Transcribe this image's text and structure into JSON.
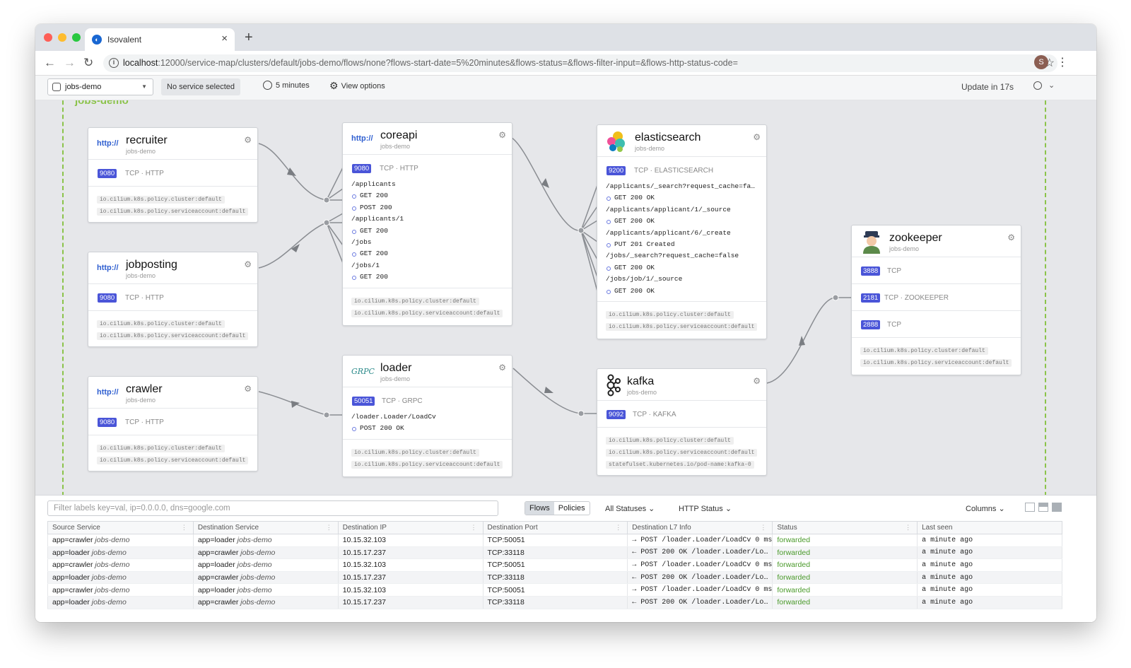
{
  "browser": {
    "tab_title": "Isovalent",
    "url_host": "localhost",
    "url_rest": ":12000/service-map/clusters/default/jobs-demo/flows/none?flows-start-date=5%20minutes&flows-status=&flows-filter-input=&flows-http-status-code=",
    "profile_initial": "S"
  },
  "header": {
    "namespace": "jobs-demo",
    "service_selection": "No service selected",
    "time_range": "5 minutes",
    "view_options": "View options",
    "update_status": "Update in 17s"
  },
  "map": {
    "namespace_title": "jobs-demo",
    "services": {
      "recruiter": {
        "logo": "http://",
        "name": "recruiter",
        "namespace": "jobs-demo",
        "ports": [
          {
            "port": "9080",
            "protocol": "TCP · HTTP"
          }
        ],
        "labels": [
          "io.cilium.k8s.policy.cluster:default",
          "io.cilium.k8s.policy.serviceaccount:default"
        ]
      },
      "jobposting": {
        "logo": "http://",
        "name": "jobposting",
        "namespace": "jobs-demo",
        "ports": [
          {
            "port": "9080",
            "protocol": "TCP · HTTP"
          }
        ],
        "labels": [
          "io.cilium.k8s.policy.cluster:default",
          "io.cilium.k8s.policy.serviceaccount:default"
        ]
      },
      "crawler": {
        "logo": "http://",
        "name": "crawler",
        "namespace": "jobs-demo",
        "ports": [
          {
            "port": "9080",
            "protocol": "TCP · HTTP"
          }
        ],
        "labels": [
          "io.cilium.k8s.policy.cluster:default",
          "io.cilium.k8s.policy.serviceaccount:default"
        ]
      },
      "coreapi": {
        "logo": "http://",
        "name": "coreapi",
        "namespace": "jobs-demo",
        "ports": [
          {
            "port": "9080",
            "protocol": "TCP · HTTP"
          }
        ],
        "routes": [
          {
            "path": "/applicants",
            "methods": [
              "GET 200",
              "POST 200"
            ]
          },
          {
            "path": "/applicants/1",
            "methods": [
              "GET 200"
            ]
          },
          {
            "path": "/jobs",
            "methods": [
              "GET 200"
            ]
          },
          {
            "path": "/jobs/1",
            "methods": [
              "GET 200"
            ]
          }
        ],
        "labels": [
          "io.cilium.k8s.policy.cluster:default",
          "io.cilium.k8s.policy.serviceaccount:default"
        ]
      },
      "loader": {
        "logo": "GRPC",
        "name": "loader",
        "namespace": "jobs-demo",
        "ports": [
          {
            "port": "50051",
            "protocol": "TCP · GRPC"
          }
        ],
        "routes": [
          {
            "path": "/loader.Loader/LoadCv",
            "methods": [
              "POST 200 OK"
            ]
          }
        ],
        "labels": [
          "io.cilium.k8s.policy.cluster:default",
          "io.cilium.k8s.policy.serviceaccount:default"
        ]
      },
      "elasticsearch": {
        "logo": "elasticsearch-logo",
        "name": "elasticsearch",
        "namespace": "jobs-demo",
        "ports": [
          {
            "port": "9200",
            "protocol": "TCP · ELASTICSEARCH"
          }
        ],
        "routes": [
          {
            "path": "/applicants/_search?request_cache=fa…",
            "methods": [
              "GET 200 OK"
            ]
          },
          {
            "path": "/applicants/applicant/1/_source",
            "methods": [
              "GET 200 OK"
            ]
          },
          {
            "path": "/applicants/applicant/6/_create",
            "methods": [
              "PUT 201 Created"
            ]
          },
          {
            "path": "/jobs/_search?request_cache=false",
            "methods": [
              "GET 200 OK"
            ]
          },
          {
            "path": "/jobs/job/1/_source",
            "methods": [
              "GET 200 OK"
            ]
          }
        ],
        "labels": [
          "io.cilium.k8s.policy.cluster:default",
          "io.cilium.k8s.policy.serviceaccount:default"
        ]
      },
      "kafka": {
        "logo": "kafka-logo",
        "name": "kafka",
        "namespace": "jobs-demo",
        "ports": [
          {
            "port": "9092",
            "protocol": "TCP · KAFKA"
          }
        ],
        "labels": [
          "io.cilium.k8s.policy.cluster:default",
          "io.cilium.k8s.policy.serviceaccount:default",
          "statefulset.kubernetes.io/pod-name:kafka-0"
        ]
      },
      "zookeeper": {
        "logo": "zookeeper-logo",
        "name": "zookeeper",
        "namespace": "jobs-demo",
        "ports": [
          {
            "port": "3888",
            "protocol": "TCP"
          },
          {
            "port": "2181",
            "protocol": "TCP · ZOOKEEPER"
          },
          {
            "port": "2888",
            "protocol": "TCP"
          }
        ],
        "labels": [
          "io.cilium.k8s.policy.cluster:default",
          "io.cilium.k8s.policy.serviceaccount:default"
        ]
      }
    }
  },
  "panel": {
    "filter_placeholder": "Filter labels key=val, ip=0.0.0.0, dns=google.com",
    "tab_flows": "Flows",
    "tab_policies": "Policies",
    "status_filter": "All Statuses",
    "http_status_filter": "HTTP Status",
    "columns_button": "Columns",
    "columns": [
      "Source Service",
      "Destination Service",
      "Destination IP",
      "Destination Port",
      "Destination L7 Info",
      "Status",
      "Last seen"
    ],
    "rows": [
      {
        "src": "app=crawler",
        "src_ns": "jobs-demo",
        "dst": "app=loader",
        "dst_ns": "jobs-demo",
        "ip": "10.15.32.103",
        "port": "TCP:50051",
        "l7": "→ POST /loader.Loader/LoadCv 0 ms",
        "status": "forwarded",
        "seen": "a minute ago"
      },
      {
        "src": "app=loader",
        "src_ns": "jobs-demo",
        "dst": "app=crawler",
        "dst_ns": "jobs-demo",
        "ip": "10.15.17.237",
        "port": "TCP:33118",
        "l7": "← POST 200 OK /loader.Loader/Lo…",
        "status": "forwarded",
        "seen": "a minute ago"
      },
      {
        "src": "app=crawler",
        "src_ns": "jobs-demo",
        "dst": "app=loader",
        "dst_ns": "jobs-demo",
        "ip": "10.15.32.103",
        "port": "TCP:50051",
        "l7": "→ POST /loader.Loader/LoadCv 0 ms",
        "status": "forwarded",
        "seen": "a minute ago"
      },
      {
        "src": "app=loader",
        "src_ns": "jobs-demo",
        "dst": "app=crawler",
        "dst_ns": "jobs-demo",
        "ip": "10.15.17.237",
        "port": "TCP:33118",
        "l7": "← POST 200 OK /loader.Loader/Lo…",
        "status": "forwarded",
        "seen": "a minute ago"
      },
      {
        "src": "app=crawler",
        "src_ns": "jobs-demo",
        "dst": "app=loader",
        "dst_ns": "jobs-demo",
        "ip": "10.15.32.103",
        "port": "TCP:50051",
        "l7": "→ POST /loader.Loader/LoadCv 0 ms",
        "status": "forwarded",
        "seen": "a minute ago"
      },
      {
        "src": "app=loader",
        "src_ns": "jobs-demo",
        "dst": "app=crawler",
        "dst_ns": "jobs-demo",
        "ip": "10.15.17.237",
        "port": "TCP:33118",
        "l7": "← POST 200 OK /loader.Loader/Lo…",
        "status": "forwarded",
        "seen": "a minute ago"
      }
    ]
  }
}
